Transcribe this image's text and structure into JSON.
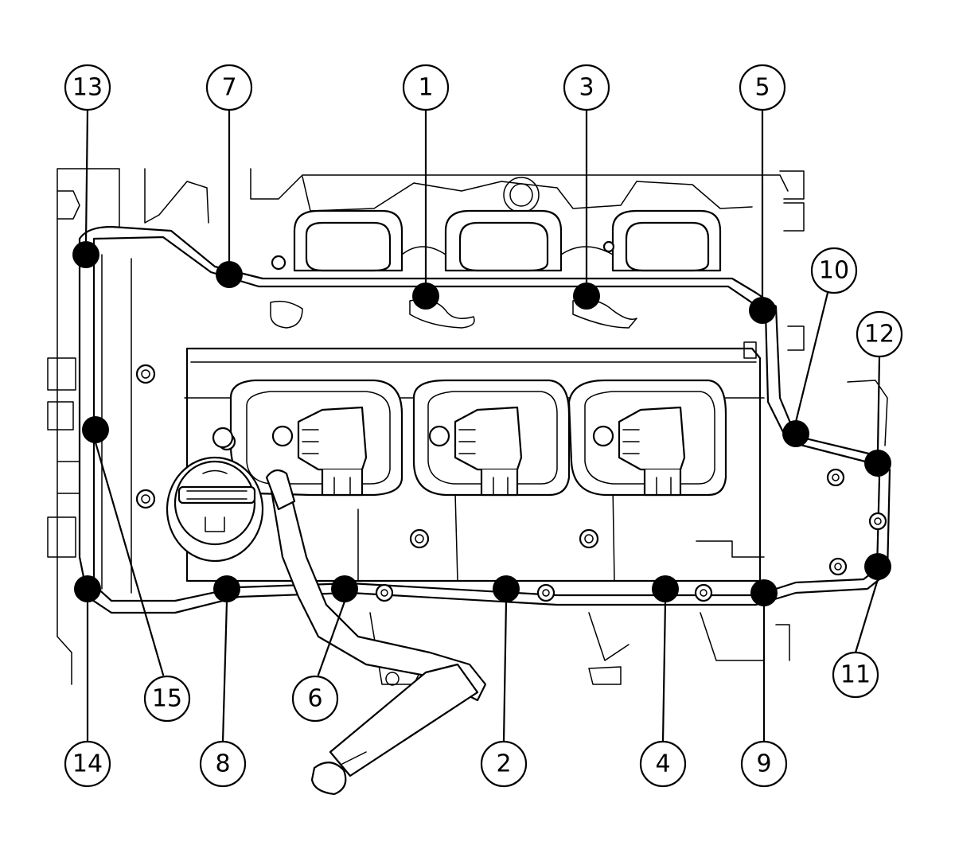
{
  "callouts": [
    {
      "label": "1",
      "bolt": "bolt-1"
    },
    {
      "label": "2",
      "bolt": "bolt-2"
    },
    {
      "label": "3",
      "bolt": "bolt-3"
    },
    {
      "label": "4",
      "bolt": "bolt-4"
    },
    {
      "label": "5",
      "bolt": "bolt-5"
    },
    {
      "label": "6",
      "bolt": "bolt-6"
    },
    {
      "label": "7",
      "bolt": "bolt-7"
    },
    {
      "label": "8",
      "bolt": "bolt-8"
    },
    {
      "label": "9",
      "bolt": "bolt-9"
    },
    {
      "label": "10",
      "bolt": "bolt-10"
    },
    {
      "label": "11",
      "bolt": "bolt-11"
    },
    {
      "label": "12",
      "bolt": "bolt-12"
    },
    {
      "label": "13",
      "bolt": "bolt-13"
    },
    {
      "label": "14",
      "bolt": "bolt-14"
    },
    {
      "label": "15",
      "bolt": "bolt-15"
    }
  ],
  "colors": {
    "line": "#000000",
    "background": "#ffffff",
    "bolt_fill": "#000000"
  },
  "icons": {
    "callout": "numbered-circle-callout",
    "bolt": "bolt-head-icon",
    "coil": "ignition-coil-icon"
  }
}
